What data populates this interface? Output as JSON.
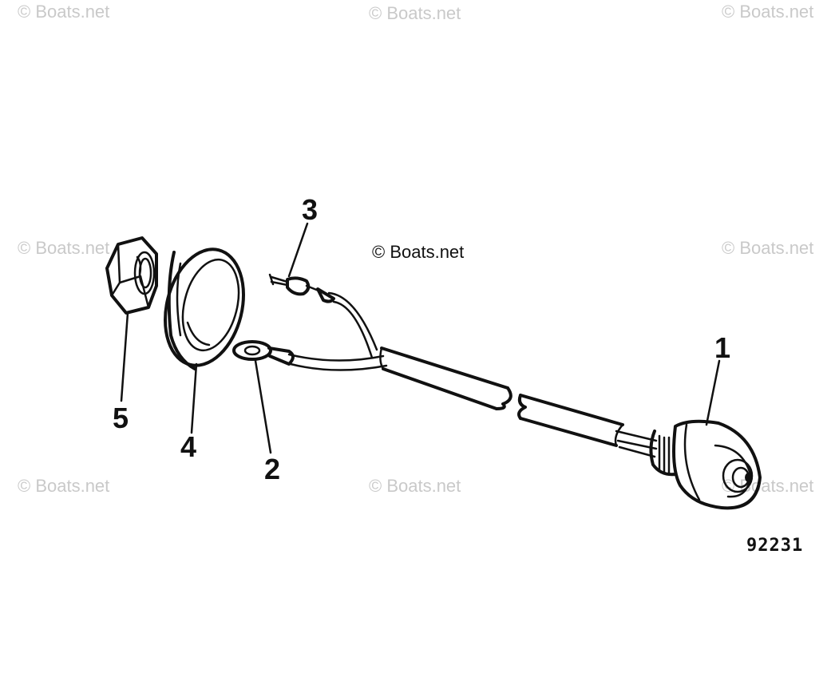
{
  "watermarks": [
    "© Boats.net",
    "© Boats.net",
    "© Boats.net",
    "© Boats.net",
    "© Boats.net",
    "© Boats.net",
    "© Boats.net",
    "© Boats.net"
  ],
  "center_watermark": "© Boats.net",
  "callouts": {
    "part_1": "1",
    "part_2": "2",
    "part_3": "3",
    "part_4": "4",
    "part_5": "5"
  },
  "figure_number": "92231"
}
